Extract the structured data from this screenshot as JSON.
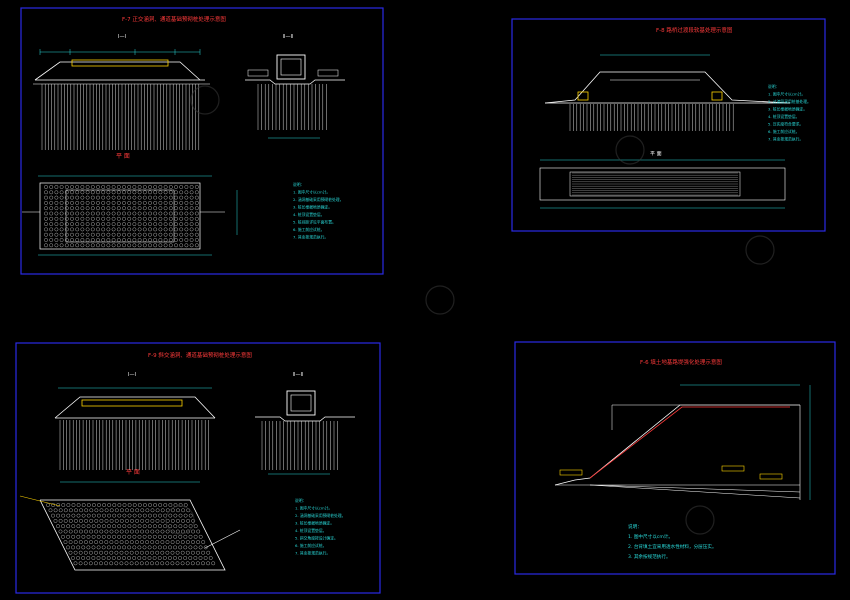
{
  "colors": {
    "background": "#000000",
    "frame": "#2a2ae6",
    "title": "#ff3b3b",
    "structure": "#ffffff",
    "piles": "#d8d8d8",
    "dimension": "#29d9d9",
    "notes": "#29d9d9",
    "dots": "#b8b8b8",
    "yellow": "#ffd400",
    "green": "#22c522",
    "watermark": "#3a3a3a"
  },
  "panels": [
    {
      "id": "p1",
      "title": "F-7 正交涵洞、通道基础预砌桩处理示意图",
      "section_a": "Ⅰ—Ⅰ",
      "section_b": "Ⅱ—Ⅱ",
      "plan_label": "平 面",
      "notes": [
        "说明：",
        "1. 图中尺寸以cm计。",
        "2. 涵洞基础采用预砌桩处理，",
        "3. 桩长根据地质确定。",
        "4. 桩顶设置垫层。",
        "5. 桩间距详见平面布置。",
        "6. 施工前应试桩。",
        "7. 其余按规范执行。"
      ]
    },
    {
      "id": "p2",
      "title": "F-8 路桥过渡段软基处理示意图",
      "plan_label": "平 面",
      "notes": [
        "说明：",
        "1. 图中尺寸以cm计。",
        "2. 过渡段采用桩基处理。",
        "3. 桩长根据地质确定。",
        "4. 桩顶设置垫层。",
        "5. 压实度符合要求。",
        "6. 施工前应试桩。",
        "7. 其余按规范执行。"
      ]
    },
    {
      "id": "p3",
      "title": "F-9 斜交涵洞、通道基础预砌桩处理示意图",
      "section_a": "Ⅰ—Ⅰ",
      "section_b": "Ⅱ—Ⅱ",
      "plan_label": "平 面",
      "notes": [
        "说明：",
        "1. 图中尺寸以cm计。",
        "2. 涵洞基础采用预砌桩处理。",
        "3. 桩长根据地质确定。",
        "4. 桩顶设置垫层。",
        "5. 斜交角度按设计确定。",
        "6. 施工前应试桩。",
        "7. 其余按规范执行。"
      ]
    },
    {
      "id": "p4",
      "title": "F-6 填土地基路堤强化处理示意图",
      "notes": [
        "说明：",
        "1. 图中尺寸以cm计。",
        "2. 台背填土宜采用透水性材料，分层压实。",
        "3. 其余按规范执行。"
      ]
    }
  ]
}
